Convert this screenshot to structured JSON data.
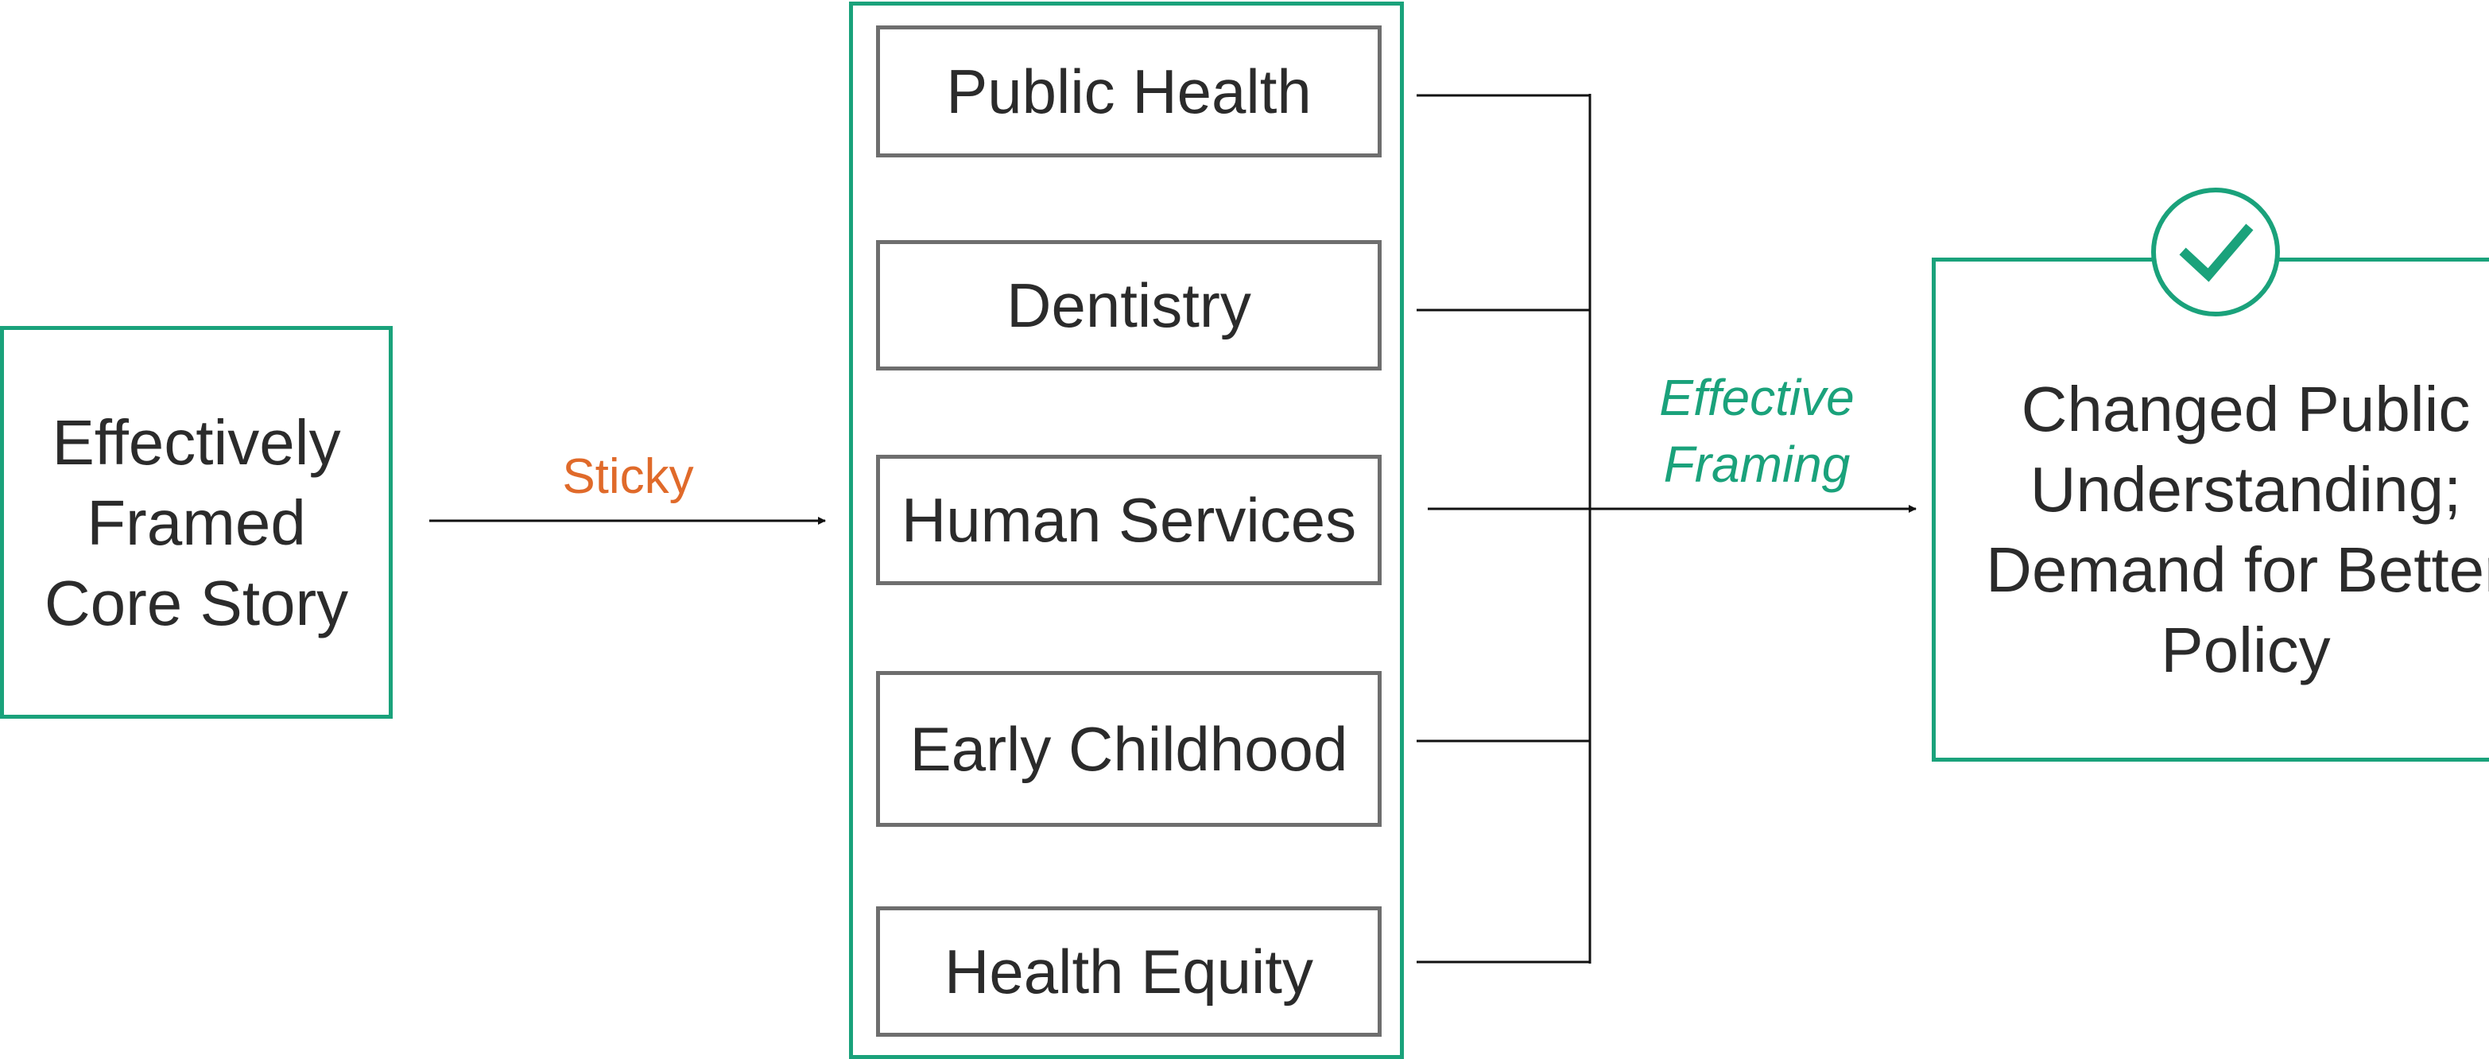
{
  "source": {
    "text": "Effectively\nFramed\nCore Story"
  },
  "connector_label": "Sticky",
  "sectors": [
    {
      "label": "Public Health"
    },
    {
      "label": "Dentistry"
    },
    {
      "label": "Human Services"
    },
    {
      "label": "Early Childhood"
    },
    {
      "label": "Health Equity"
    }
  ],
  "framing_label": "Effective\nFraming",
  "outcome": {
    "text": "Changed Public\nUnderstanding;\nDemand for Better\nPolicy",
    "icon": "checkmark-icon"
  },
  "colors": {
    "accent_green": "#1aa27b",
    "bidirectional_arrow": "#9a3412",
    "label_orange": "#e06a2a",
    "box_border_gray": "#6e6e6e",
    "line_black": "#111111"
  }
}
